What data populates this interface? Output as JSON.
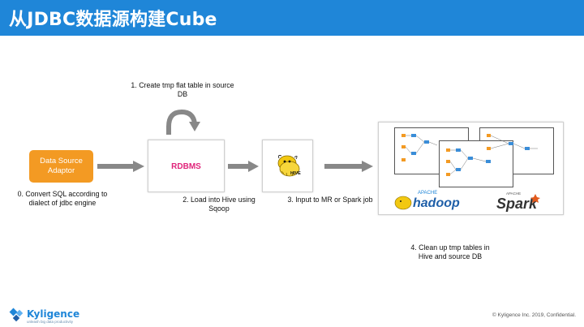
{
  "header": {
    "title": "从JDBC数据源构建Cube"
  },
  "nodes": {
    "source": "Data Source\nAdaptor",
    "rdbms": "RDBMS",
    "hive_logo_text": "HIVE",
    "hadoop_logo_text": "hadoop",
    "hadoop_apache_text": "APACHE",
    "spark_logo_text": "Spark",
    "spark_apache_text": "APACHE"
  },
  "steps": {
    "s0": "0. Convert SQL according to\ndialect of jdbc engine",
    "s1": "1. Create tmp flat table in source\nDB",
    "s2": "2. Load into Hive using\nSqoop",
    "s3": "3. Input to MR or Spark job",
    "s4": "4. Clean up tmp tables in\nHive and source DB"
  },
  "footer": {
    "company": "Kyligence",
    "tagline": "unleash big data productivity",
    "copyright": "© Kyligence Inc. 2019, Confidential."
  },
  "colors": {
    "header": "#1f86d8",
    "source_box": "#f39a23",
    "rdbms_text": "#e0247a",
    "arrow": "#888888"
  }
}
